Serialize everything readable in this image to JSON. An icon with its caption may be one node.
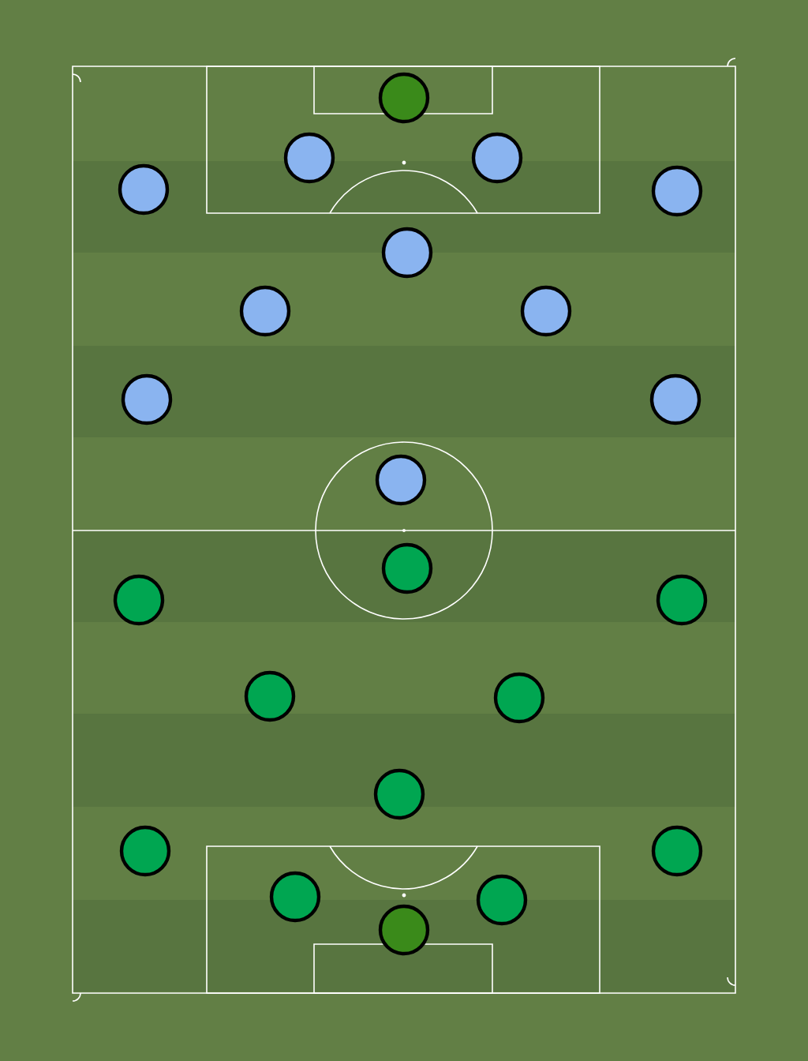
{
  "diagram": {
    "nodes": [
      {
        "text": [],
        "shape": "circle"
      },
      {
        "text": [],
        "shape": "circle"
      },
      {
        "text": [],
        "shape": "circle"
      },
      {
        "text": [],
        "shape": "circle"
      },
      {
        "text": [],
        "shape": "circle"
      },
      {
        "text": [],
        "shape": "circle"
      },
      {
        "text": [],
        "shape": "circle"
      },
      {
        "text": [],
        "shape": "circle"
      },
      {
        "text": [],
        "shape": "circle"
      },
      {
        "text": [],
        "shape": "circle"
      },
      {
        "text": [],
        "shape": "circle"
      },
      {
        "text": [],
        "shape": "circle"
      },
      {
        "text": [],
        "shape": "circle"
      },
      {
        "text": [],
        "shape": "circle"
      },
      {
        "text": [],
        "shape": "circle"
      },
      {
        "text": [],
        "shape": "circle"
      },
      {
        "text": [],
        "shape": "circle"
      },
      {
        "text": [],
        "shape": "circle"
      },
      {
        "text": [],
        "shape": "circle"
      },
      {
        "text": [],
        "shape": "circle"
      },
      {
        "text": [],
        "shape": "circle"
      },
      {
        "text": [],
        "shape": "circle"
      }
    ]
  }
}
